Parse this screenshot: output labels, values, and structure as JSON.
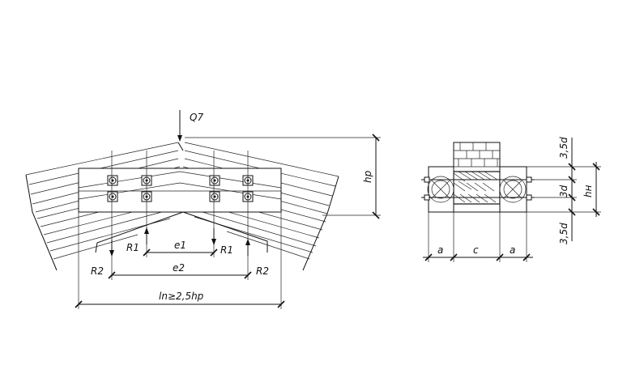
{
  "labels": {
    "load": "Q7",
    "r1_left": "R1",
    "r1_right": "R1",
    "r2_left": "R2",
    "r2_right": "R2",
    "e1": "e1",
    "e2": "e2",
    "ln": "ln≥2,5hp",
    "hp": "hp",
    "a_left": "a",
    "c": "c",
    "a_right": "a",
    "dim_top": "3,5d",
    "dim_mid": "3d",
    "dim_bot": "3,5d",
    "hn": "hн"
  }
}
